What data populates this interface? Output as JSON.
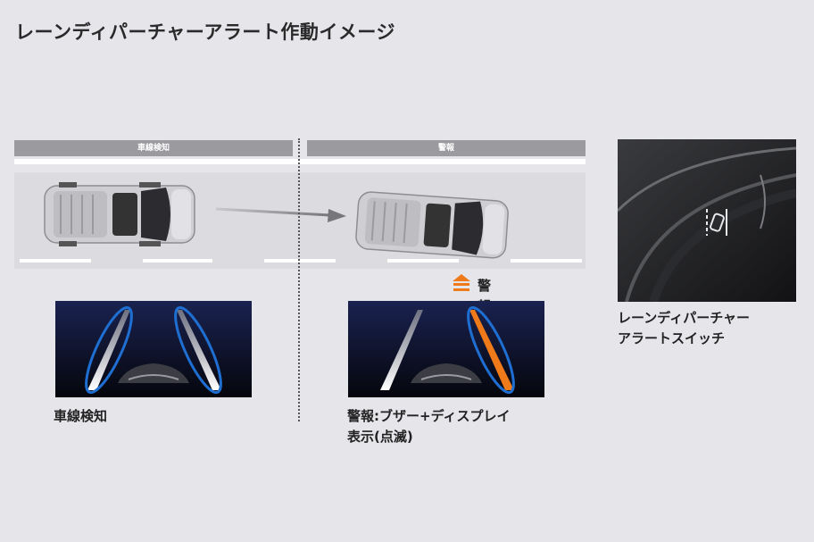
{
  "title": "レーンディパーチャーアラート作動イメージ",
  "panels": {
    "left_bar": "車線検知",
    "right_bar": "警報"
  },
  "buzzer_label": "警報ブザー",
  "captions": {
    "lane_detect": "車線検知",
    "warning_line1": "警報:ブザー+ディスプレイ",
    "warning_line2": "表示(点滅)",
    "switch_line1": "レーンディパーチャー",
    "switch_line2": "アラートスイッチ"
  },
  "colors": {
    "background": "#e6e5ea",
    "header_bar": "#9a9a9f",
    "lane_highlight": "#1e6fd1",
    "warning_orange": "#ef7a1a",
    "screen_bg": "#0a0d1c"
  }
}
